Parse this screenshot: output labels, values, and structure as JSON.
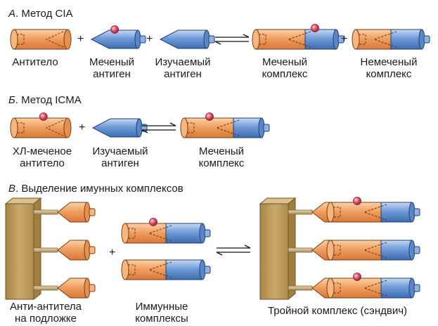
{
  "sections": {
    "a": {
      "letter": "А",
      "title": ". Метод CIA"
    },
    "b": {
      "letter": "Б",
      "title": ". Метод ICMA"
    },
    "c": {
      "letter": "В",
      "title": ". Выделение имунных комплексов"
    }
  },
  "symbols": {
    "plus": "+"
  },
  "labels": {
    "a_antibody": "Антитело",
    "a_labeled_antigen_1": "Меченый",
    "a_labeled_antigen_2": "антиген",
    "a_studied_antigen_1": "Изучаемый",
    "a_studied_antigen_2": "антиген",
    "a_labeled_complex_1": "Меченый",
    "a_labeled_complex_2": "комплекс",
    "a_unlabeled_complex_1": "Немеченый",
    "a_unlabeled_complex_2": "комплекс",
    "b_cl_antibody_1": "ХЛ-меченое",
    "b_cl_antibody_2": "антитело",
    "b_studied_antigen_1": "Изучаемый",
    "b_studied_antigen_2": "антиген",
    "b_labeled_complex_1": "Меченый",
    "b_labeled_complex_2": "комплекс",
    "c_anti_antibody_1": "Анти-антитела",
    "c_anti_antibody_2": "на подложке",
    "c_immune_1": "Иммунные",
    "c_immune_2": "комплексы",
    "c_triple": "Тройной комплекс (сэндвич)"
  },
  "colors": {
    "antibody": "#f0a060",
    "antibody_stroke": "#7a3d10",
    "antigen": "#6f9bd8",
    "antigen_stroke": "#1f3f78",
    "label_dot": "#e0506a",
    "support": "#c4a265"
  }
}
